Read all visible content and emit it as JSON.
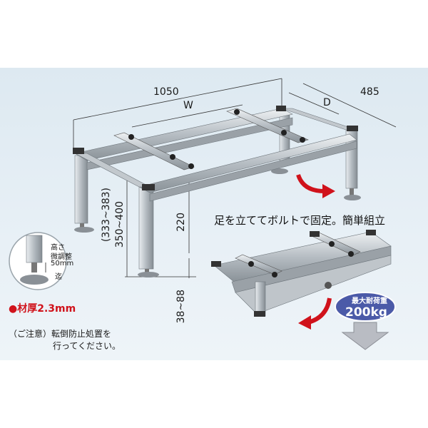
{
  "dimensions": {
    "length": "1050",
    "width_label": "W",
    "depth_label": "D",
    "depth": "485",
    "leg_height_range": "(333~383)",
    "leg_height_range2": "350~400",
    "frame_height": "220",
    "foot_range": "38~88"
  },
  "caption": "足を立ててボルトで固定。簡単組立",
  "adjuster": {
    "line1": "高さ",
    "line2": "微調整",
    "line3": "50mm",
    "line4": "迄"
  },
  "thickness": "●材厚2.3mm",
  "note": {
    "line1": "（ご注意）転倒防止処置を",
    "line2": "行ってください。"
  },
  "load_badge": {
    "label": "最大耐荷重",
    "value": "200kg"
  },
  "colors": {
    "background": "#e2ecf3",
    "metal": "#b9c0c6",
    "arrow_red": "#d0121b",
    "badge_blue": "#4b5aa8"
  }
}
